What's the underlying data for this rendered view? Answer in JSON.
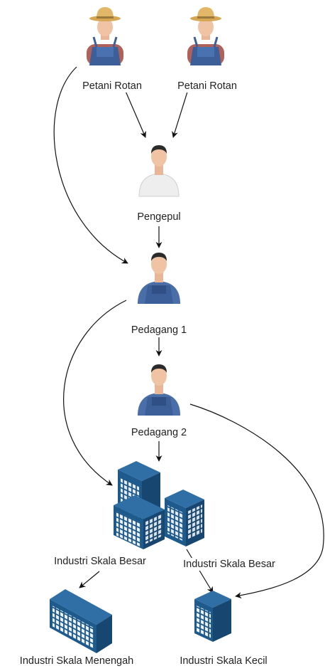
{
  "nodes": {
    "farmer_1": {
      "label": "Petani Rotan",
      "icon": "farmer-icon"
    },
    "farmer_2": {
      "label": "Petani Rotan",
      "icon": "farmer-icon"
    },
    "collector": {
      "label": "Pengepul",
      "icon": "person-white-shirt-icon"
    },
    "trader_1": {
      "label": "Pedagang 1",
      "icon": "worker-icon"
    },
    "trader_2": {
      "label": "Pedagang 2",
      "icon": "worker-icon"
    },
    "industry_large_1": {
      "label": "Industri Skala Besar",
      "icon": "building-cluster-icon"
    },
    "industry_large_2": {
      "label": "Industri Skala Besar"
    },
    "industry_medium": {
      "label": "Industri Skala Menengah",
      "icon": "building-wide-icon"
    },
    "industry_small": {
      "label": "Industri Skala Kecil",
      "icon": "building-small-icon"
    }
  },
  "colors": {
    "arrow": "#111111",
    "building": "#1f5a8c",
    "building_dark": "#174770",
    "window": "#ffffff",
    "overalls": "#3c5f9a",
    "skin": "#f1c3a5",
    "hat": "#e2b768"
  }
}
